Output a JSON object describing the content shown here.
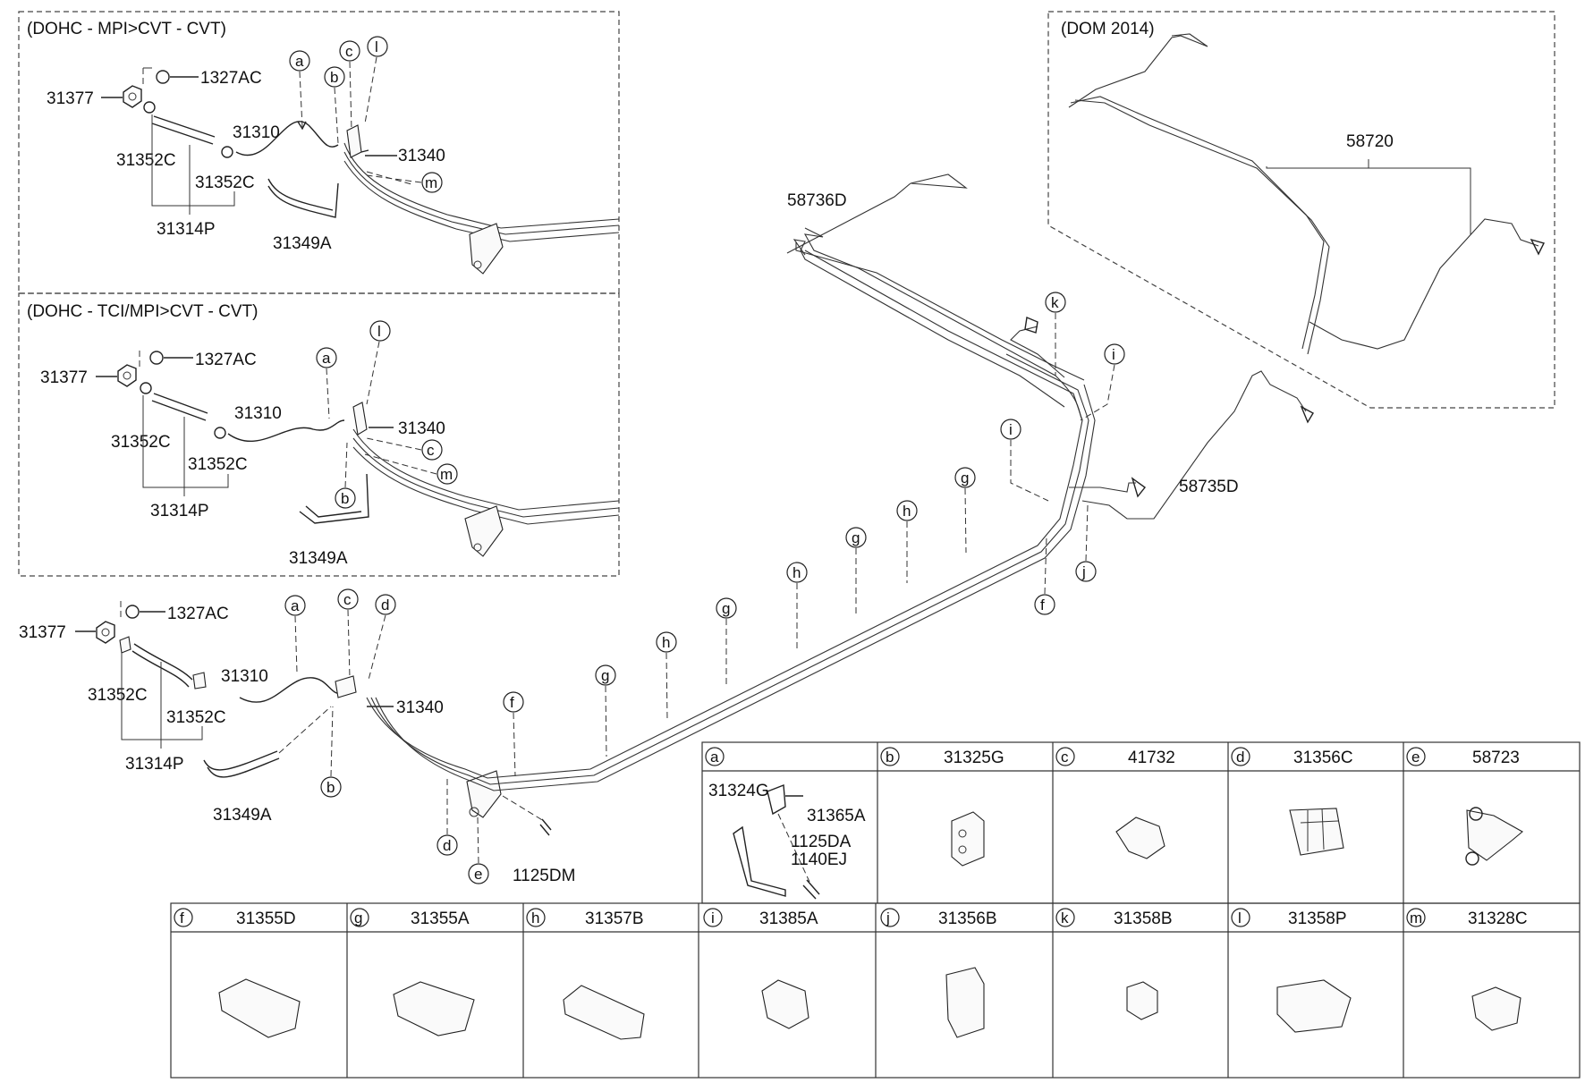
{
  "sections": {
    "box1_title": "(DOHC - MPI>CVT - CVT)",
    "box2_title": "(DOHC - TCI/MPI>CVT - CVT)",
    "box3_title": "(DOM 2014)"
  },
  "part_numbers": {
    "p31377": "31377",
    "p1327AC": "1327AC",
    "p31310": "31310",
    "p31340": "31340",
    "p31352C": "31352C",
    "p31314P": "31314P",
    "p31349A": "31349A",
    "p58736D": "58736D",
    "p58720": "58720",
    "p58735D": "58735D",
    "p31324G": "31324G",
    "p31365A": "31365A",
    "p1125DA": "1125DA",
    "p1140EJ": "1140EJ",
    "p1125DM": "1125DM"
  },
  "letters": {
    "a": "a",
    "b": "b",
    "c": "c",
    "d": "d",
    "e": "e",
    "f": "f",
    "g": "g",
    "h": "h",
    "i": "i",
    "j": "j",
    "k": "k",
    "l": "l",
    "m": "m"
  },
  "legend_top": [
    {
      "letter": "a",
      "part": ""
    },
    {
      "letter": "b",
      "part": "31325G"
    },
    {
      "letter": "c",
      "part": "41732"
    },
    {
      "letter": "d",
      "part": "31356C"
    },
    {
      "letter": "e",
      "part": "58723"
    }
  ],
  "legend_bottom": [
    {
      "letter": "f",
      "part": "31355D"
    },
    {
      "letter": "g",
      "part": "31355A"
    },
    {
      "letter": "h",
      "part": "31357B"
    },
    {
      "letter": "i",
      "part": "31385A"
    },
    {
      "letter": "j",
      "part": "31356B"
    },
    {
      "letter": "k",
      "part": "31358B"
    },
    {
      "letter": "l",
      "part": "31358P"
    },
    {
      "letter": "m",
      "part": "31328C"
    }
  ]
}
